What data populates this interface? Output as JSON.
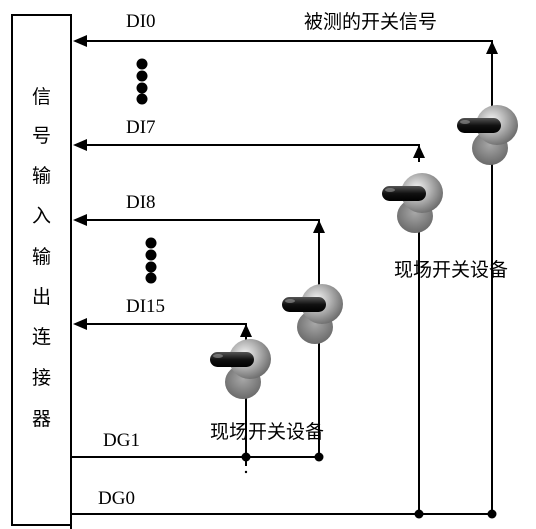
{
  "connector": {
    "chars": [
      "信",
      "号",
      "输",
      "入",
      "输",
      "出",
      "连",
      "接",
      "器"
    ]
  },
  "signals": {
    "di0": "DI0",
    "di7": "DI7",
    "di8": "DI8",
    "di15": "DI15",
    "dg1": "DG1",
    "dg0": "DG0"
  },
  "labels": {
    "measured_signal": "被测的开关信号",
    "field_switch_upper": "现场开关设备",
    "field_switch_lower": "现场开关设备"
  }
}
